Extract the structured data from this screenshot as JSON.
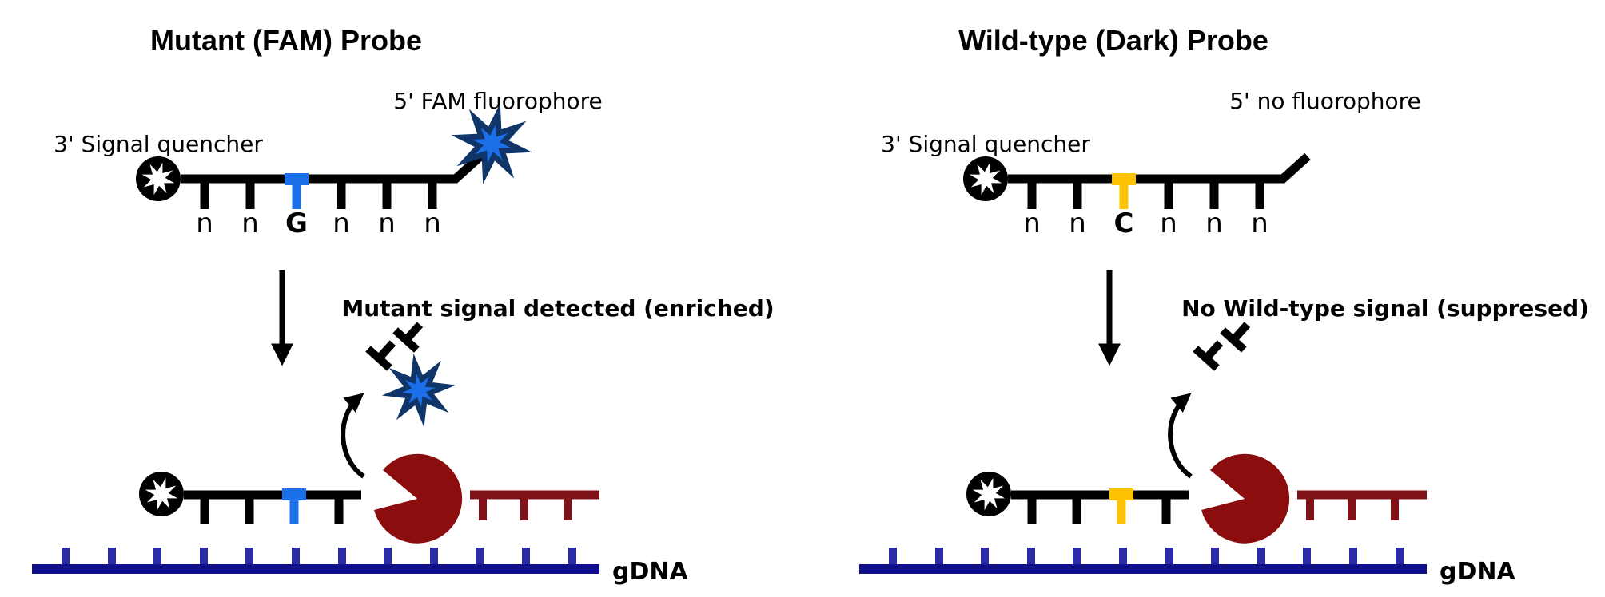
{
  "colors": {
    "probe_black": "#000000",
    "fam_blue": "#1b6fe8",
    "star_outline": "#103569",
    "wildtype_yellow": "#fcc203",
    "enzyme_red": "#8c0d0d",
    "duplex_red": "#7f1119",
    "gdna_line_navy": "#10108a",
    "gdna_tick_blue": "#2b2ba8",
    "quencher_star_white": "#ffffff",
    "arrow_black": "#000000"
  },
  "panels": [
    {
      "title": "Mutant (FAM) Probe",
      "five_prime_label": "5' FAM fluorophore",
      "three_prime_label": "3' Signal quencher",
      "signal_text": "Mutant signal detected (enriched)",
      "bases": [
        "n",
        "n",
        "G",
        "n",
        "n",
        "n"
      ],
      "gdna_label": "gDNA"
    },
    {
      "title": "Wild-type (Dark) Probe",
      "five_prime_label": "5' no fluorophore",
      "three_prime_label": "3' Signal quencher",
      "signal_text": "No Wild-type signal (suppresed)",
      "bases": [
        "n",
        "n",
        "C",
        "n",
        "n",
        "n"
      ],
      "gdna_label": "gDNA"
    }
  ]
}
